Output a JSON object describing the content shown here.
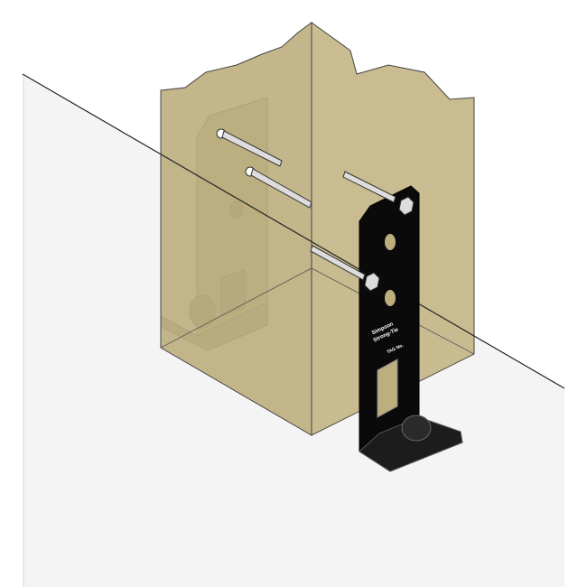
{
  "bracket_label": {
    "brand": "Simpson",
    "brand_line2": "Strong-Tie",
    "tag": "TAG No."
  },
  "colors": {
    "wood": "#bdae7d",
    "wood_side": "#c4b585",
    "floor": "#f4f4f4",
    "gray_bracket": "#a9aca4",
    "black_bracket": "#0a0a0a"
  }
}
